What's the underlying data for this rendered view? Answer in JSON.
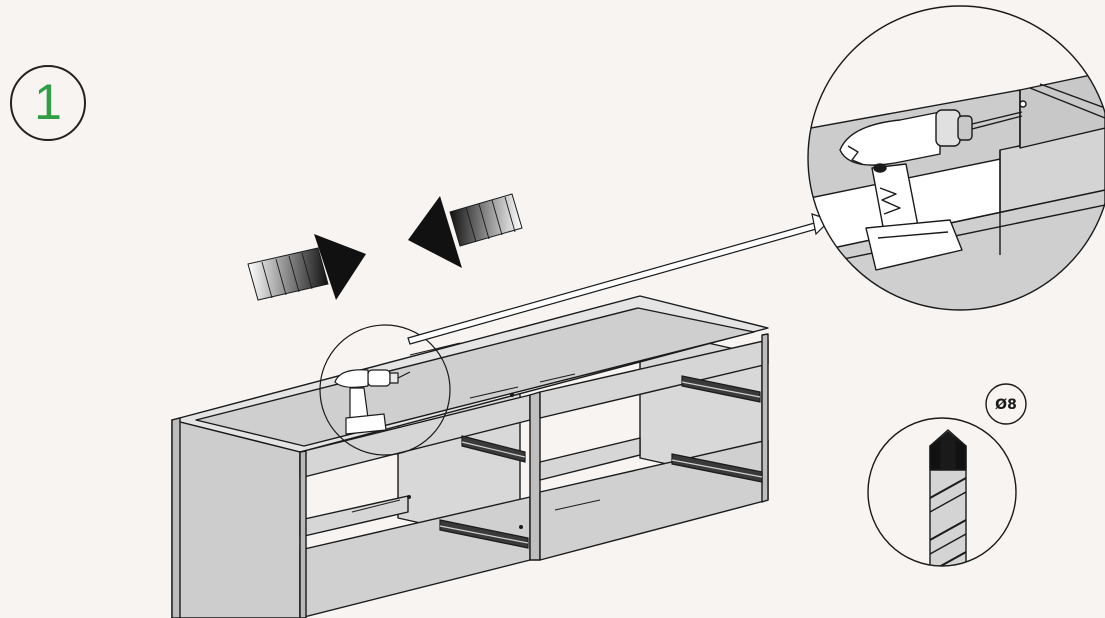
{
  "step": {
    "number": "1",
    "number_color": "#2f9e44"
  },
  "drill_bit": {
    "size_label": "Ø8"
  },
  "colors": {
    "background": "#f7f4f1",
    "panel_fill": "#d3d3d3",
    "panel_fill_dark": "#bdbdbd",
    "line": "#1a1a1a"
  },
  "icons": [
    "step-number-badge",
    "push-right-arrow-icon",
    "push-left-arrow-icon",
    "drill-icon",
    "drill-bit-icon",
    "detail-callout-arrow-icon"
  ]
}
